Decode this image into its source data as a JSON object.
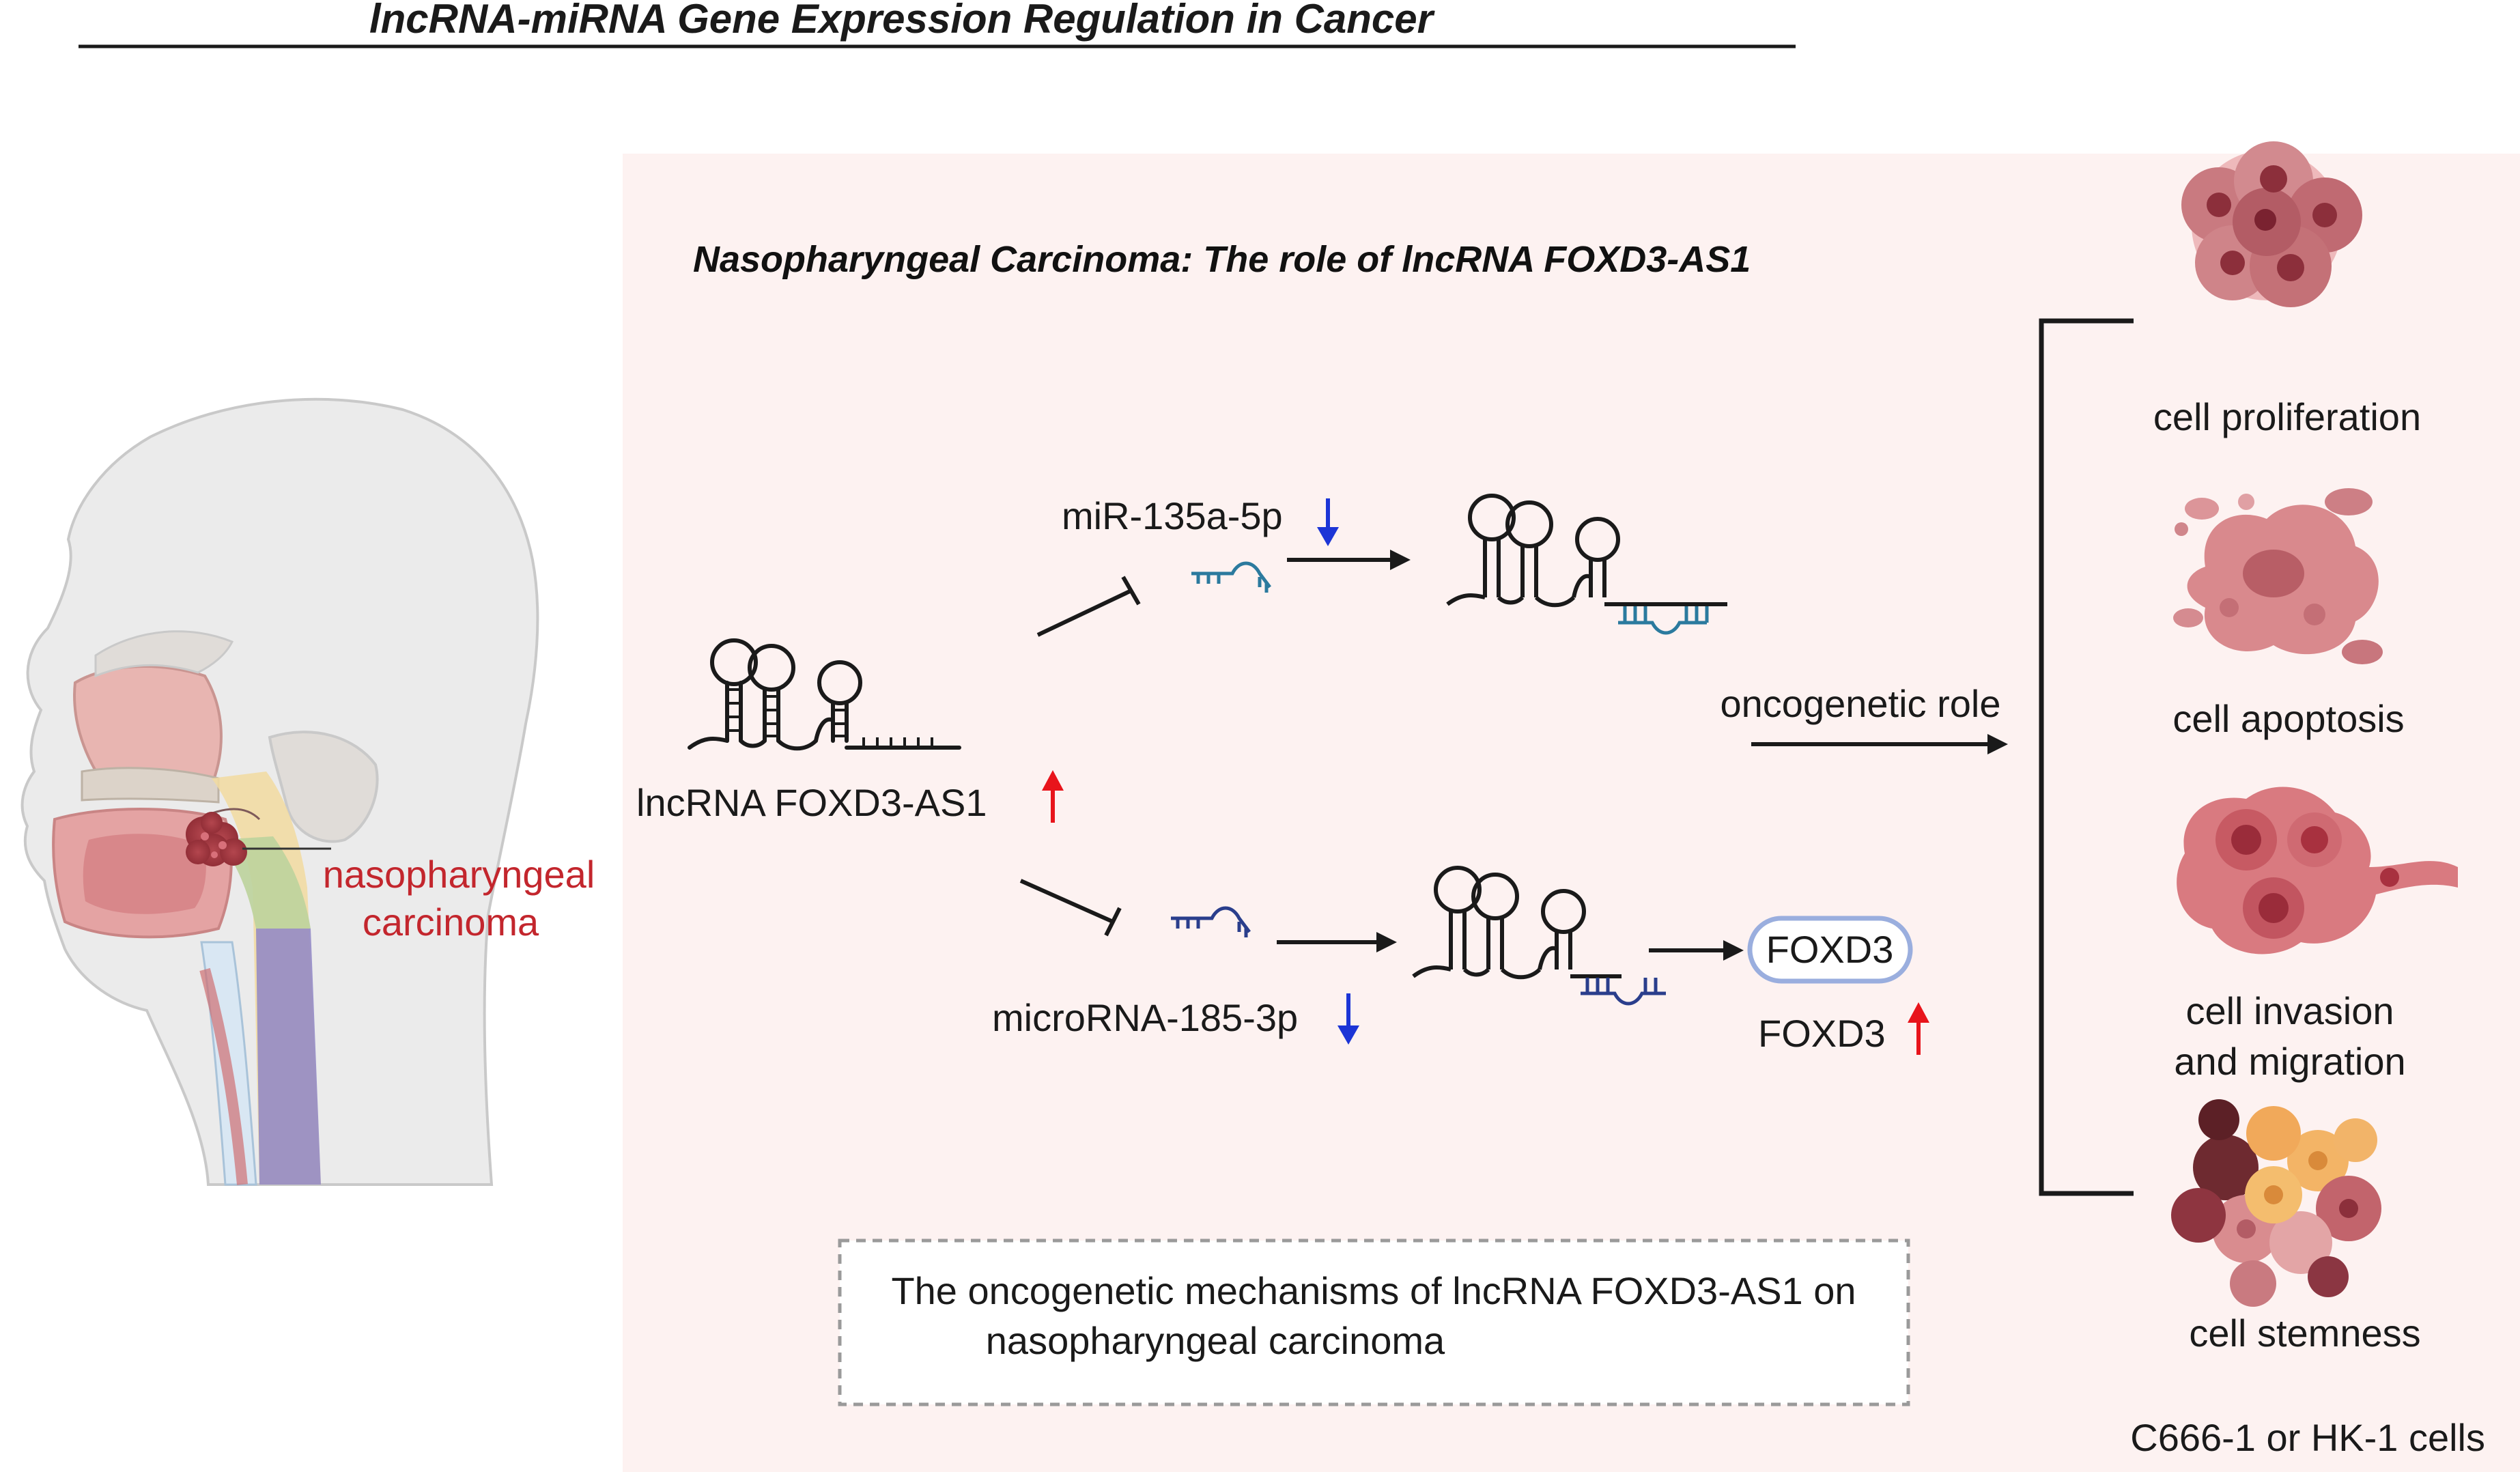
{
  "title": "lncRNA-miRNA Gene Expression Regulation in Cancer",
  "panel_title": "Nasopharyngeal Carcinoma: The role of lncRNA FOXD3-AS1",
  "anatomy": {
    "label_line1": "nasopharyngeal",
    "label_line2": "carcinoma"
  },
  "pathway": {
    "lncrna_label": "lncRNA FOXD3-AS1",
    "mirna_top": "miR-135a-5p",
    "mirna_bottom": "microRNA-185-3p",
    "target_box": "FOXD3",
    "target_label": "FOXD3",
    "arrow_label": "oncogenetic role"
  },
  "outcomes": [
    {
      "label_lines": [
        "cell proliferation"
      ]
    },
    {
      "label_lines": [
        "cell apoptosis"
      ]
    },
    {
      "label_lines": [
        "cell invasion",
        "and migration"
      ]
    },
    {
      "label_lines": [
        "cell stemness"
      ]
    }
  ],
  "cells_note": "C666-1 or HK-1 cells",
  "caption_line1": "The oncogenetic mechanisms of lncRNA FOXD3-AS1 on",
  "caption_line2": "nasopharyngeal carcinoma",
  "colors": {
    "panel_bg": "#fdf2f1",
    "up_arrow": "#e8141b",
    "down_arrow": "#1c35d6",
    "accent_text": "#c3262d",
    "mirna_top": "#2b7a9e",
    "mirna_bottom": "#2a3e8c"
  }
}
